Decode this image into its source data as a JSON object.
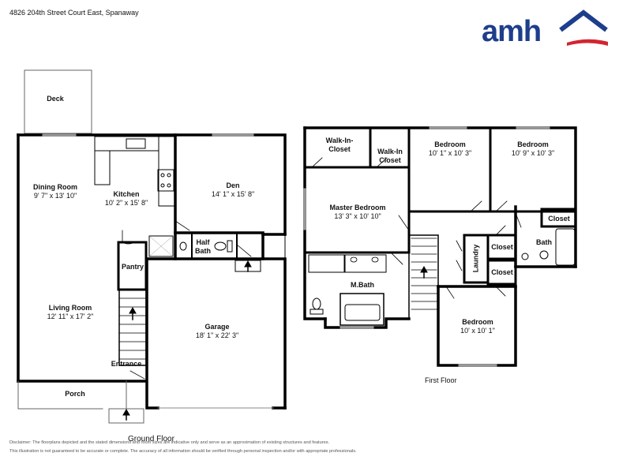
{
  "header": {
    "address": "4826 204th Street Court East, Spanaway"
  },
  "logo": {
    "text": "amh",
    "colors": {
      "navy": "#1e3e8c",
      "red": "#d22630"
    }
  },
  "ground_floor": {
    "label": "Ground Floor",
    "rooms": {
      "deck": {
        "name": "Deck"
      },
      "dining": {
        "name": "Dining Room",
        "dims": "9' 7\" x 13' 10\""
      },
      "kitchen": {
        "name": "Kitchen",
        "dims": "10' 2\" x 15' 8\""
      },
      "den": {
        "name": "Den",
        "dims": "14' 1\" x 15' 8\""
      },
      "half_bath": {
        "name": "Half Bath"
      },
      "pantry": {
        "name": "Pantry"
      },
      "living": {
        "name": "Living Room",
        "dims": "12' 11\" x 17' 2\""
      },
      "garage": {
        "name": "Garage",
        "dims": "18' 1\" x 22' 3\""
      },
      "entrance": {
        "name": "Entrance"
      },
      "porch": {
        "name": "Porch"
      }
    }
  },
  "first_floor": {
    "label": "First Floor",
    "rooms": {
      "wic1": {
        "name": "Walk-In-Closet"
      },
      "wic2": {
        "name": "Walk-In Closet"
      },
      "bed1": {
        "name": "Bedroom",
        "dims": "10' 1\" x 10' 3\""
      },
      "bed2": {
        "name": "Bedroom",
        "dims": "10' 9\" x 10' 3\""
      },
      "master": {
        "name": "Master Bedroom",
        "dims": "13' 3\" x 10' 10\""
      },
      "closet_a": {
        "name": "Closet"
      },
      "bath": {
        "name": "Bath"
      },
      "closet_b": {
        "name": "Closet"
      },
      "closet_c": {
        "name": "Closet"
      },
      "laundry": {
        "name": "Laundry"
      },
      "mbath": {
        "name": "M.Bath"
      },
      "bed3": {
        "name": "Bedroom",
        "dims": "10' x 10' 1\""
      }
    }
  },
  "disclaimer": {
    "line1": "Disclaimer: The floorplans depicted and the stated dimensions and room sizes are indicative only and serve as an approximation of existing structures and features.",
    "line2": "This illustration is not guaranteed to be accurate or complete. The accuracy of all information should be verified through personal inspection and/or with appropriate professionals."
  }
}
